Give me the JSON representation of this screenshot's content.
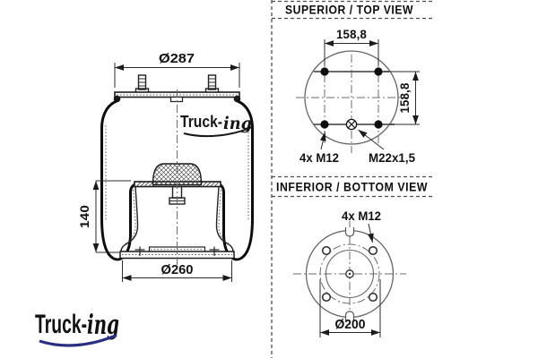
{
  "top_view": {
    "title": "SUPERIOR / TOP VIEW",
    "bolt_spacing_horizontal": "158,8",
    "bolt_spacing_vertical": "158,8",
    "bolts_label": "4x M12",
    "air_fitting_label": "M22x1,5"
  },
  "bottom_view": {
    "title": "INFERIOR / BOTTOM VIEW",
    "bolts_label": "4x M12",
    "bolt_circle_diameter": "Ø200"
  },
  "side_view": {
    "top_plate_diameter": "Ø287",
    "piston_height": "140",
    "base_diameter": "Ø260",
    "watermark_part1": "Truck-",
    "watermark_part2": "ing"
  },
  "brand": {
    "part1": "Truck-",
    "part2": "ing"
  },
  "colors": {
    "logo_navy": "#2b2f82",
    "logo_orange": "#ee7d2b",
    "drawing_line": "#1a1a1a"
  }
}
